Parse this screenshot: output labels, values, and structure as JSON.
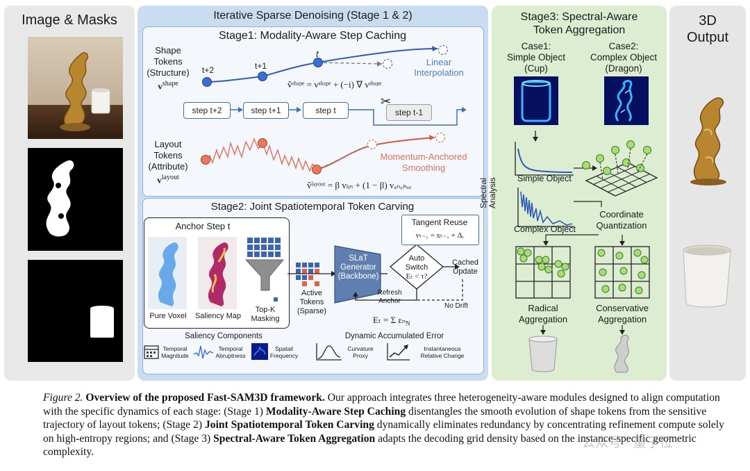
{
  "col1": {
    "title": "Image & Masks"
  },
  "stage12": {
    "title": "Iterative Sparse Denoising (Stage 1 & 2)",
    "stage1": {
      "title": "Stage1: Modality-Aware Step Caching",
      "shape_label_1": "Shape",
      "shape_label_2": "Tokens",
      "shape_label_3": "(Structure)",
      "shape_label_4": "v",
      "shape_label_4_sup": "shape",
      "t_plus2": "t+2",
      "t_plus1": "t+1",
      "t": "t",
      "linear_1": "Linear",
      "linear_2": "Interpolation",
      "shape_formula": "v̂ˢʰᵃᵖᵉ = vˢʰᵃᵖᵉ + (−i) ∇ vˢʰᵃᵖᵉ",
      "steps": [
        "step t+2",
        "step t+1",
        "step t",
        "step t-1"
      ],
      "layout_label_1": "Layout",
      "layout_label_2": "Tokens",
      "layout_label_3": "(Attribute)",
      "layout_label_4": "v",
      "layout_label_4_sup": "layout",
      "momentum_1": "Momentum-Anchored",
      "momentum_2": "Smoothing",
      "layout_formula": "v̂ˡᵃʸᵒᵘᵗ = β vₗᵢₙ + (1 − β) vₐₙ꜀ₕₒᵣ"
    },
    "stage2": {
      "title": "Stage2: Joint Spatiotemporal Token Carving",
      "anchor_title": "Anchor Step t",
      "pure_voxel": "Pure Voxel",
      "saliency_map": "Saliency Map",
      "topk_1": "Top-K",
      "topk_2": "Masking",
      "active_1": "Active",
      "active_2": "Tokens",
      "active_3": "(Sparse)",
      "slat_1": "SLaT",
      "slat_2": "Generator",
      "slat_3": "(Backbone)",
      "auto_1": "Auto",
      "auto_2": "Switch",
      "auto_3": "Eₜ < τ?",
      "tangent_title": "Tangent Reuse",
      "tangent_formula": "vₜ₋₁ = xₜ₋₁ + Δᵢ",
      "cached_1": "Cached",
      "cached_2": "Update",
      "refresh_1": "Refresh",
      "refresh_2": "Anchor",
      "no_drift": "No Drift",
      "error_formula": "Eₜ = Σ εₙ",
      "error_formula_sub": "N",
      "saliency_components": "Saliency Components",
      "temporal_mag_1": "Temporal",
      "temporal_mag_2": "Magnitude",
      "temporal_abr_1": "Temporal",
      "temporal_abr_2": "Abruptness",
      "spatial_1": "Spatail",
      "spatial_2": "Frequency",
      "dyn_error": "Dynamic Accumulated Error",
      "curvature_1": "Curvature",
      "curvature_2": "Proxy",
      "instant_1": "Instantaneous",
      "instant_2": "Relative Change"
    }
  },
  "stage3": {
    "title_1": "Stage3: Spectral-Aware",
    "title_2": "Token Aggregation",
    "case1_1": "Case1:",
    "case1_2": "Simple Object",
    "case1_3": "(Cup)",
    "case2_1": "Case2:",
    "case2_2": "Complex Object",
    "case2_3": "(Dragon)",
    "spectral_1": "Spectral",
    "spectral_2": "Analysis",
    "simple_object": "Simple Object",
    "complex_object": "Complex Object",
    "coord_1": "Coordinate",
    "coord_2": "Quantization",
    "radical_1": "Radical",
    "radical_2": "Aggregation",
    "conservative_1": "Conservative",
    "conservative_2": "Aggregation"
  },
  "output": {
    "title_1": "3D",
    "title_2": "Output"
  },
  "caption": {
    "label": "Figure 2.",
    "bold_title": "Overview of the proposed Fast-SAM3D framework.",
    "text_1": " Our approach integrates three heterogeneity-aware modules designed to align computation with the specific dynamics of each stage: (Stage 1) ",
    "bold_1": "Modality-Aware Step Caching",
    "text_2": " disentangles the smooth evolution of shape tokens from the sensitive trajectory of layout tokens; (Stage 2) ",
    "bold_2": "Joint Spatiotemporal Token Carving",
    "text_3": " dynamically eliminates redundancy by concentrating refinement compute solely on high-entropy regions; and (Stage 3) ",
    "bold_3": "Spectral-Aware Token Aggregation",
    "text_4": " adapts the decoding grid density based on the instance-specific geometric complexity."
  },
  "watermark": "公众号 · 量子位",
  "colors": {
    "stage12_bg": "#c9dcf0",
    "stage3_bg": "#dcedd2",
    "output_bg": "#e6e6e6",
    "shape_blue": "#3a6fc4",
    "layout_red": "#e07560",
    "token_blue": "#3a67b8"
  }
}
